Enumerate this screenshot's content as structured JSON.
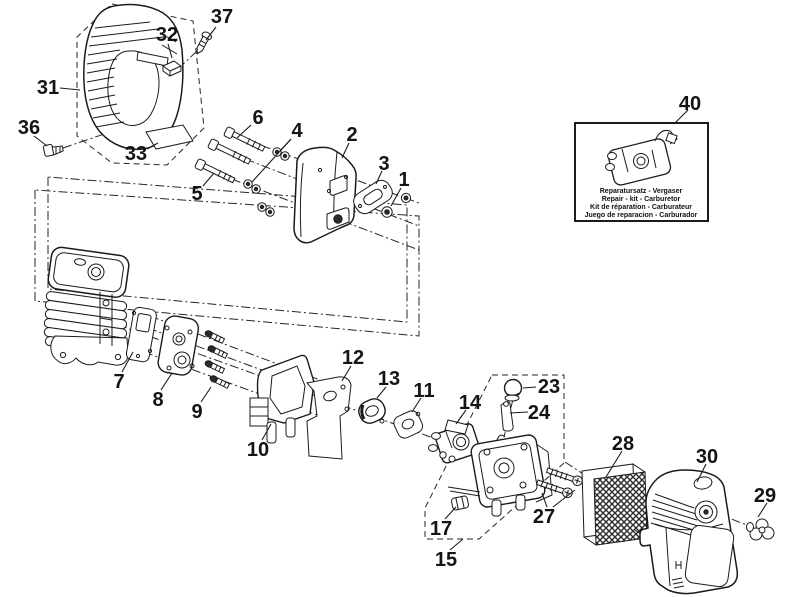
{
  "figure": {
    "type": "exploded-parts-diagram",
    "subject": "engine cylinder, muffler, carburetor and air filter assembly",
    "background_color": "#ffffff",
    "line_color": "#1b1b1b"
  },
  "callouts": {
    "c1": "1",
    "c2": "2",
    "c3": "3",
    "c4": "4",
    "c5": "5",
    "c6": "6",
    "c7": "7",
    "c8": "8",
    "c9": "9",
    "c10": "10",
    "c11": "11",
    "c12": "12",
    "c13": "13",
    "c14": "14",
    "c15": "15",
    "c17": "17",
    "c23": "23",
    "c24": "24",
    "c27": "27",
    "c28": "28",
    "c29": "29",
    "c30": "30",
    "c31": "31",
    "c32": "32",
    "c33": "33",
    "c36": "36",
    "c37": "37",
    "c40": "40"
  },
  "kit_box": {
    "callout": "40",
    "lines": [
      "Reparatursatz - Vergaser",
      "Repair - kit - Carburetor",
      "Kit de réparation - Carburateur",
      "Juego de reparacion - Carburador"
    ]
  }
}
